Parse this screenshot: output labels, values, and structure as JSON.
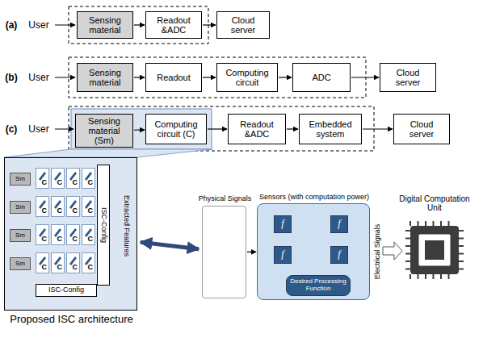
{
  "diagram": {
    "nodes": [
      {
        "text": [
          "Sensing material"
        ]
      },
      {
        "text": [
          "Readout &ADC"
        ]
      },
      {
        "text": [
          "Cloud server"
        ]
      },
      {
        "text": [
          "Sensing material"
        ]
      },
      {
        "text": [
          "Readout"
        ]
      },
      {
        "text": [
          "Computing circuit"
        ]
      },
      {
        "text": [
          "ADC"
        ]
      },
      {
        "text": [
          "Cloud server"
        ]
      },
      {
        "text": [
          "Sensing material (Sm)"
        ]
      },
      {
        "text": [
          "Computing circuit (C)"
        ]
      },
      {
        "text": [
          "Readout &ADC"
        ]
      },
      {
        "text": [
          "Embedded system"
        ]
      },
      {
        "text": [
          "Cloud server"
        ]
      },
      {
        "text": [
          "Proposed ISC architecture"
        ]
      },
      {
        "text": [
          "Sm"
        ],
        "in": 13
      },
      {
        "text": [
          "Sm"
        ],
        "in": 13
      },
      {
        "text": [
          "Sm"
        ],
        "in": 13
      },
      {
        "text": [
          "Sm"
        ],
        "in": 13
      },
      {
        "text": [
          "C"
        ],
        "in": 13
      },
      {
        "text": [
          "C"
        ],
        "in": 13
      },
      {
        "text": [
          "C"
        ],
        "in": 13
      },
      {
        "text": [
          "C"
        ],
        "in": 13
      },
      {
        "text": [
          "C"
        ],
        "in": 13
      },
      {
        "text": [
          "C"
        ],
        "in": 13
      },
      {
        "text": [
          "C"
        ],
        "in": 13
      },
      {
        "text": [
          "C"
        ],
        "in": 13
      },
      {
        "text": [
          "C"
        ],
        "in": 13
      },
      {
        "text": [
          "C"
        ],
        "in": 13
      },
      {
        "text": [
          "C"
        ],
        "in": 13
      },
      {
        "text": [
          "C"
        ],
        "in": 13
      },
      {
        "text": [
          "C"
        ],
        "in": 13
      },
      {
        "text": [
          "C"
        ],
        "in": 13
      },
      {
        "text": [
          "C"
        ],
        "in": 13
      },
      {
        "text": [
          "C"
        ],
        "in": 13
      },
      {
        "text": [
          "ISC-Config"
        ],
        "in": 13
      },
      {
        "text": [
          "ISC-Config"
        ],
        "in": 13
      },
      {
        "text": [
          "Physical Signals"
        ]
      },
      {
        "text": [
          "Sensors (with computation power)"
        ]
      },
      {
        "text": [
          "f"
        ],
        "in": 37
      },
      {
        "text": [
          "f"
        ],
        "in": 37
      },
      {
        "text": [
          "f"
        ],
        "in": 37
      },
      {
        "text": [
          "f"
        ],
        "in": 37
      },
      {
        "text": [
          "Desired Processing Function"
        ],
        "in": 37
      }
    ],
    "edges": [
      {
        "from": 0,
        "to": 1,
        "arrow": "to"
      },
      {
        "from": 1,
        "to": 2,
        "arrow": "to"
      },
      {
        "from": 3,
        "to": 4,
        "arrow": "to"
      },
      {
        "from": 4,
        "to": 5,
        "arrow": "to"
      },
      {
        "from": 5,
        "to": 6,
        "arrow": "to"
      },
      {
        "from": 6,
        "to": 7,
        "arrow": "to"
      },
      {
        "from": 8,
        "to": 9,
        "arrow": "to"
      },
      {
        "from": 9,
        "to": 10,
        "arrow": "to"
      },
      {
        "from": 10,
        "to": 11,
        "arrow": "to"
      },
      {
        "from": 11,
        "to": 12,
        "arrow": "to"
      },
      {
        "from": 13,
        "to": 36,
        "arrow": "both"
      },
      {
        "from": 36,
        "to": 37,
        "arrow": "to"
      },
      {
        "from": 38,
        "to": 39,
        "arrow": "to"
      },
      {
        "from": 40,
        "to": 41,
        "arrow": "to"
      },
      {
        "from": 40,
        "to": 39,
        "arrow": "to"
      },
      {
        "from": 40,
        "to": 42,
        "arrow": "none"
      }
    ],
    "labels": [
      "(a)",
      "User",
      "(b)",
      "User",
      "(c)",
      "User",
      "Extracted Features",
      "Electrical Signals",
      "Digital Computation Unit"
    ]
  }
}
